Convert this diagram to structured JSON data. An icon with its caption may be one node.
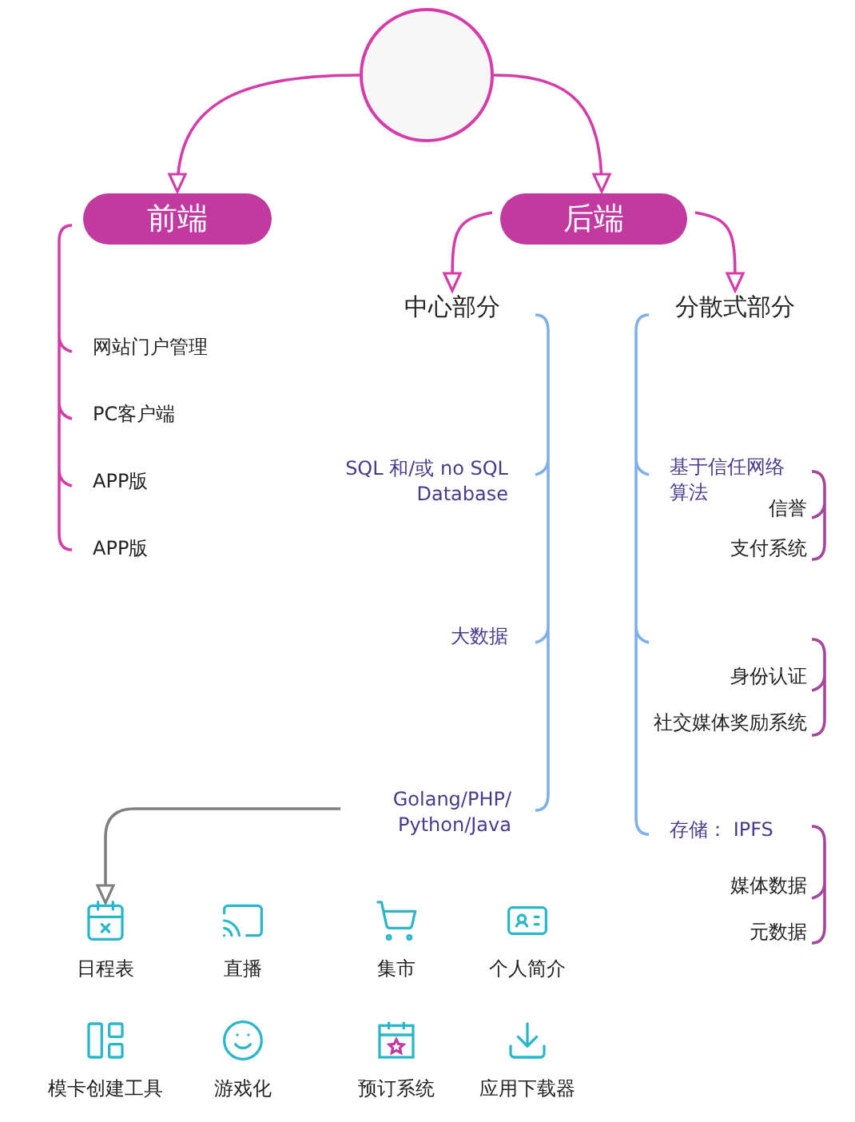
{
  "diagram": {
    "nodes": [
      {
        "text": [],
        "shape": "circle"
      },
      {
        "text": [
          "前端"
        ]
      },
      {
        "text": [
          "后端"
        ]
      },
      {
        "text": [
          "中心部分"
        ]
      },
      {
        "text": [
          "分散式部分"
        ]
      },
      {
        "text": [
          "Golang/PHP/ Python/Java"
        ]
      },
      {
        "text": [
          "日程表"
        ]
      },
      {
        "text": [
          "直播"
        ]
      },
      {
        "text": [
          "集市"
        ]
      },
      {
        "text": [
          "个人简介"
        ]
      },
      {
        "text": [
          "模卡创建工具"
        ]
      },
      {
        "text": [
          "游戏化"
        ]
      },
      {
        "text": [
          "预订系统"
        ]
      },
      {
        "text": [
          "应用下载器"
        ]
      }
    ],
    "edges": [
      {
        "from": 0,
        "to": 1,
        "arrow": "to"
      },
      {
        "from": 0,
        "to": 2,
        "arrow": "to"
      },
      {
        "from": 2,
        "to": 3,
        "arrow": "to"
      },
      {
        "from": 2,
        "to": 4,
        "arrow": "to"
      },
      {
        "from": 5,
        "to": 6,
        "arrow": "to",
        "color": "#808080"
      }
    ],
    "labels": [
      "网站门户管理",
      "PC客户端",
      "APP版",
      "APP版",
      "SQL 和/或 no SQL Database",
      "大数据",
      "基于信任网络算法",
      "信誉",
      "支付系统",
      "身份认证",
      "社交媒体奖励系统",
      "存储： IPFS",
      "媒体数据",
      "元数据"
    ]
  }
}
